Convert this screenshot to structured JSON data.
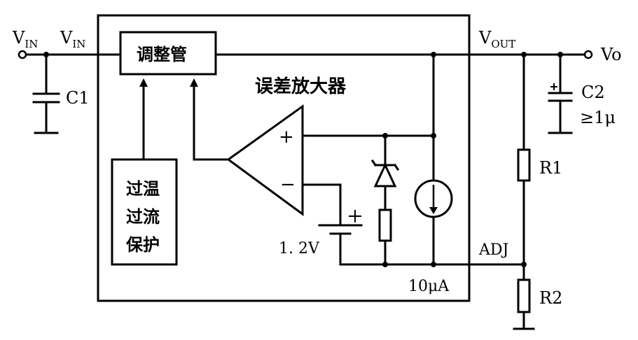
{
  "labels": {
    "vin_outer": "V",
    "vin_outer_sub": "IN",
    "vin_inner": "V",
    "vin_inner_sub": "IN",
    "vout": "V",
    "vout_sub": "OUT",
    "vo": "Vo",
    "c1": "C1",
    "c2": "C2",
    "c2_value": "≥1μ",
    "r1": "R1",
    "r2": "R2",
    "adj": "ADJ",
    "current": "10μA",
    "vref": "1. 2V",
    "pass_element": "调整管",
    "error_amp": "误差放大器",
    "protection_line1": "过温",
    "protection_line2": "过流",
    "protection_line3": "保护",
    "plus": "+",
    "minus": "−"
  }
}
